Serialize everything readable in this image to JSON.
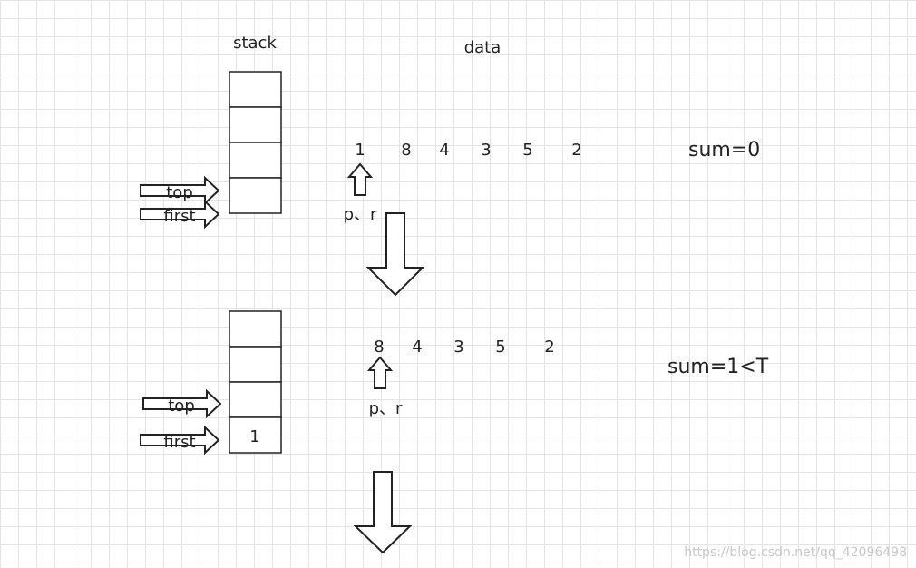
{
  "labels": {
    "stack": "stack",
    "data": "data",
    "top": "top",
    "first": "first",
    "pointer": "p、r"
  },
  "step1": {
    "data_values": [
      "1",
      "8",
      "4",
      "3",
      "5",
      "2"
    ],
    "stack_cells": [
      "",
      "",
      "",
      ""
    ],
    "sum": "sum=0"
  },
  "step2": {
    "data_values": [
      "8",
      "4",
      "3",
      "5",
      "2"
    ],
    "stack_cells": [
      "",
      "",
      "",
      "1"
    ],
    "sum": "sum=1<T"
  },
  "watermark": "https://blog.csdn.net/qq_42096498"
}
